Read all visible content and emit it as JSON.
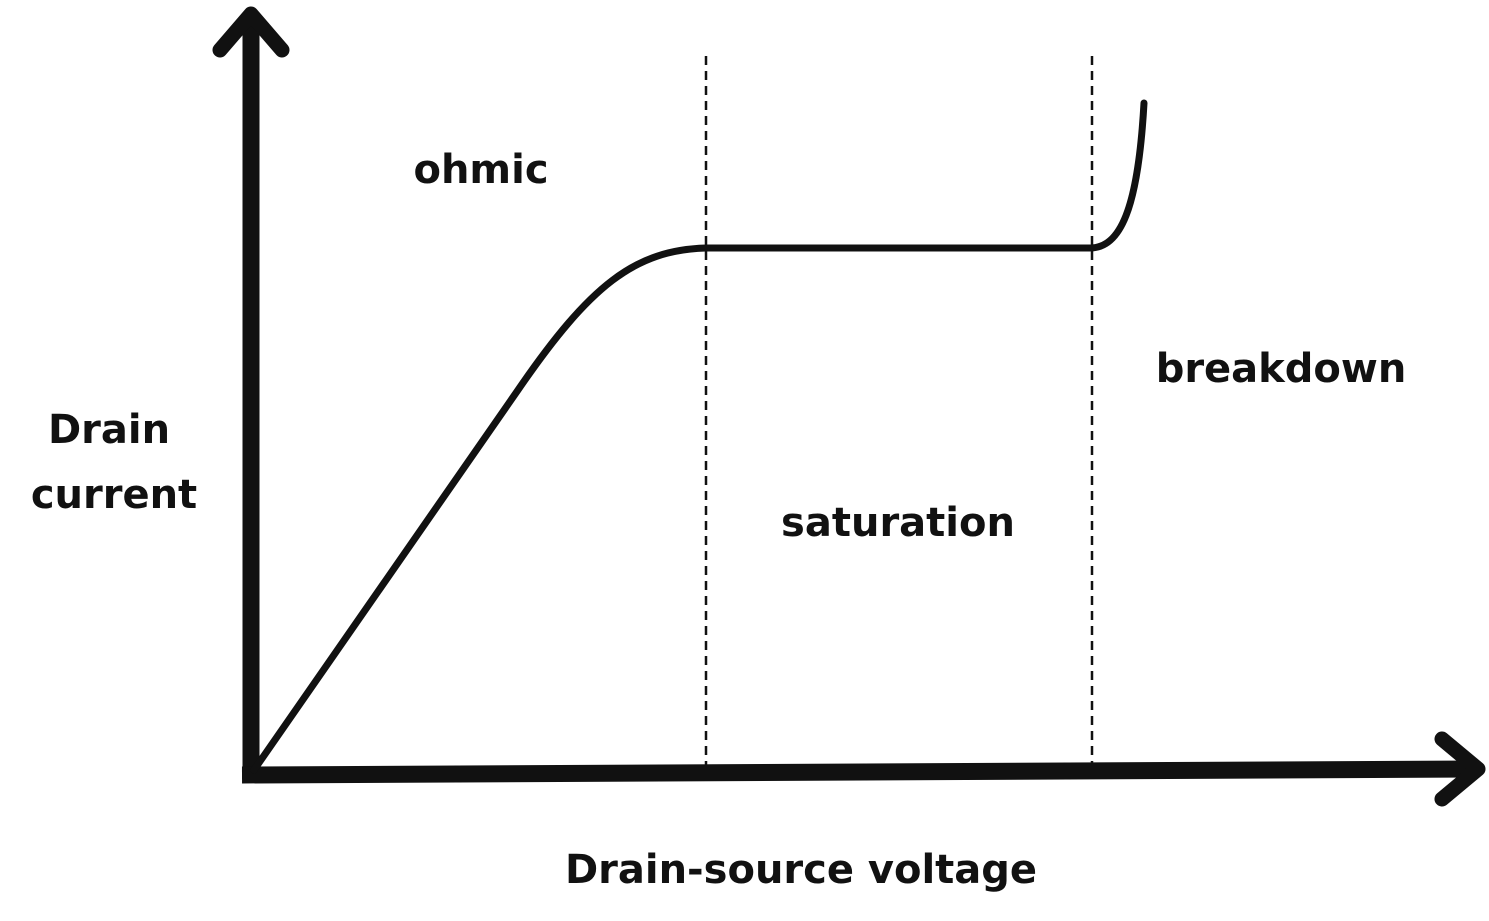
{
  "labels": {
    "y_axis_line1": "Drain",
    "y_axis_line2": "current",
    "x_axis": "Drain-source voltage",
    "region_ohmic": "ohmic",
    "region_saturation": "saturation",
    "region_breakdown": "breakdown"
  },
  "colors": {
    "ink": "#111111",
    "background": "#ffffff"
  }
}
